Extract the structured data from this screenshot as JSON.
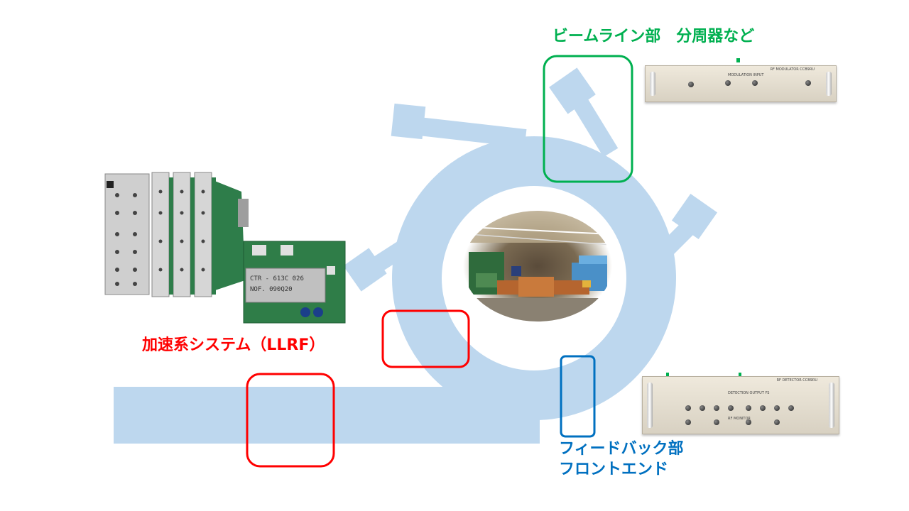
{
  "labels": {
    "beamline": "ビームライン部　分周器など",
    "llrf": "加速系システム（LLRF）",
    "feedback_line1": "フィードバック部",
    "feedback_line2": "フロントエンド"
  },
  "equipment": {
    "modulator_panel_title": "RF MODULATOR CCB9RU",
    "modulator_input_label": "MODULATION INPUT",
    "detector_panel_title": "RF DETECTOR CCB9RU",
    "detector_output_label": "DETECTION OUTPUT FS",
    "detector_monitor_label": "RF MONITOR",
    "rf_module_line1": "CTR - 613C 026",
    "rf_module_line2": "NOF. 090Q20"
  },
  "colors": {
    "ring": "#bdd7ee",
    "beamline_box": "#00b050",
    "llrf_box": "#ff0000",
    "feedback_box": "#0070c0",
    "beamline_text": "#00b050",
    "llrf_text": "#ff0000",
    "feedback_text": "#0070c0"
  }
}
